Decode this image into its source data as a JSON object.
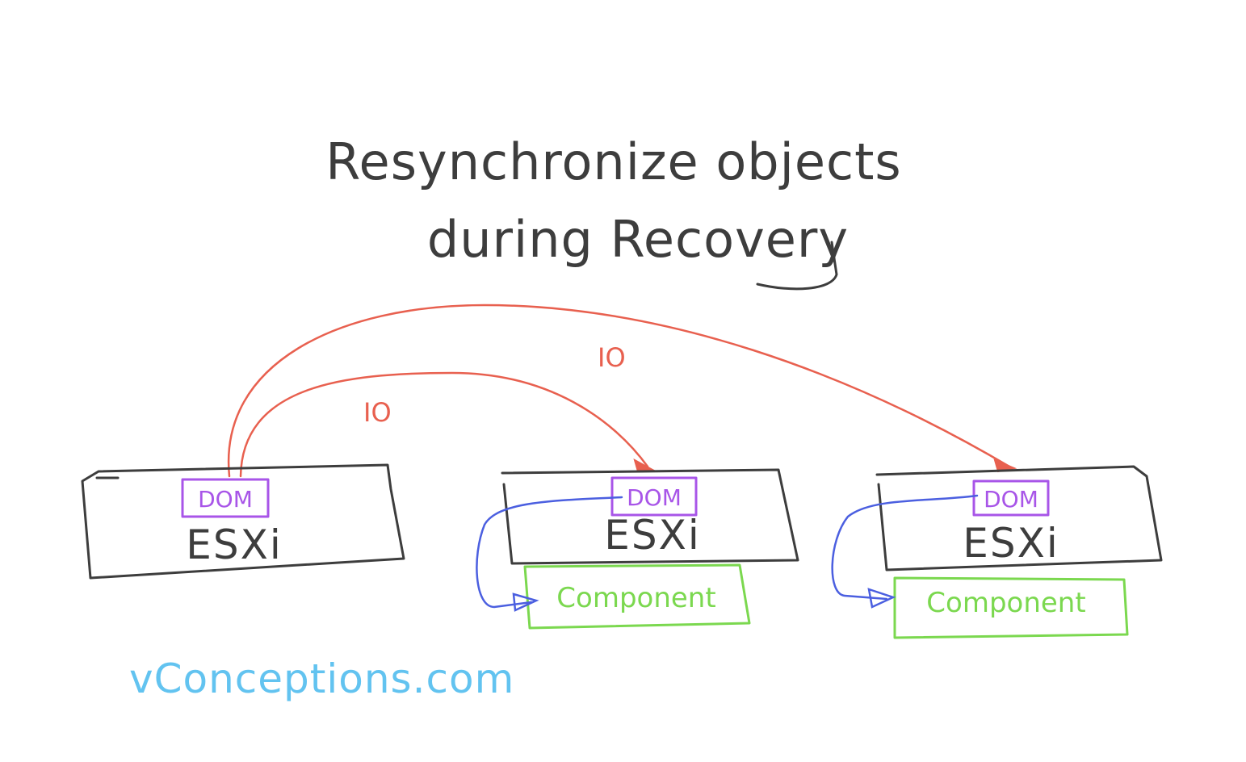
{
  "title": {
    "line1": "Resynchronize objects",
    "line2": "during Recovery"
  },
  "hosts": [
    {
      "name": "ESXi",
      "dom_label": "DOM"
    },
    {
      "name": "ESXi",
      "dom_label": "DOM",
      "component_label": "Component"
    },
    {
      "name": "ESXi",
      "dom_label": "DOM",
      "component_label": "Component"
    }
  ],
  "io_labels": [
    "IO",
    "IO"
  ],
  "watermark": "vConceptions.com",
  "colors": {
    "ink": "#3d3d3d",
    "dom": "#a855e8",
    "component": "#7bd84f",
    "io": "#e8604f",
    "local_link": "#4b5fe0",
    "watermark": "#62c3f0"
  }
}
